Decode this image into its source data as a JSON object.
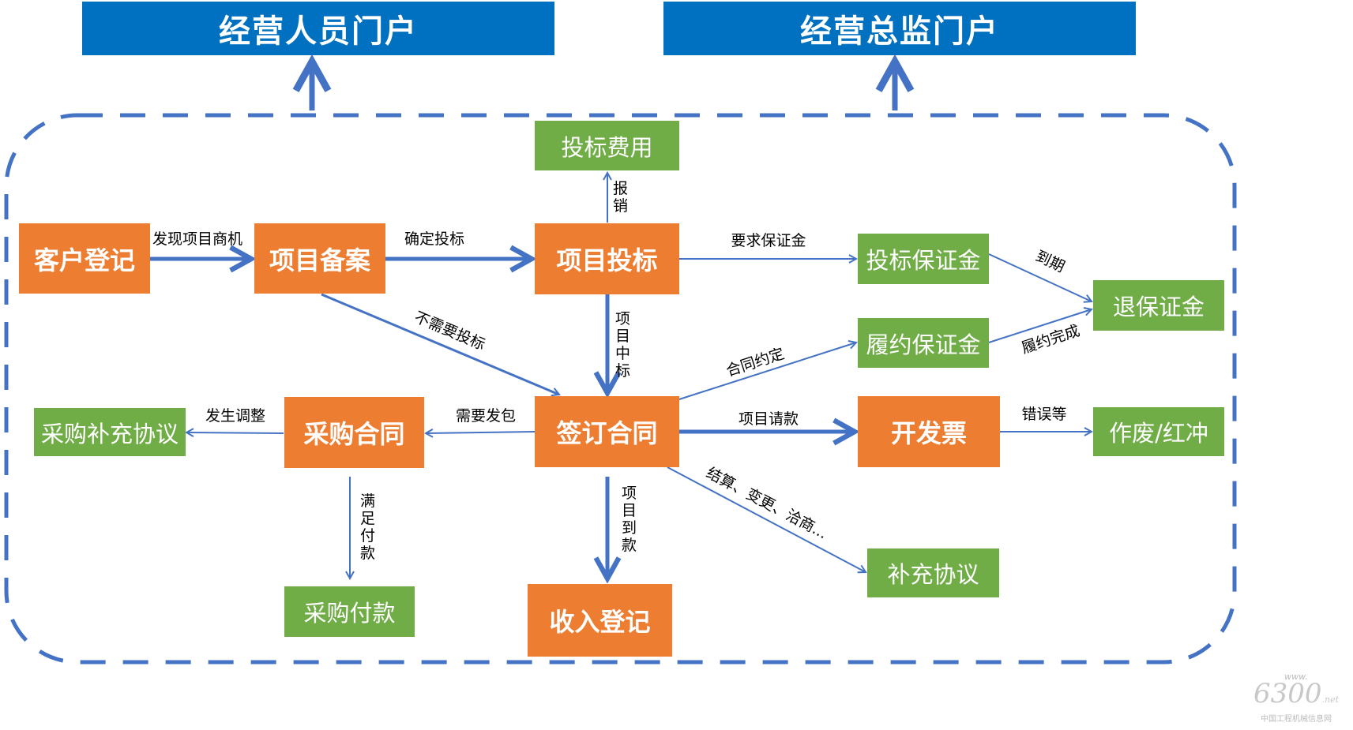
{
  "portals": {
    "left": "经营人员门户",
    "right": "经营总监门户"
  },
  "nodes": {
    "customer_registration": "客户登记",
    "project_filing": "项目备案",
    "project_bidding": "项目投标",
    "bid_cost": "投标费用",
    "bid_bond": "投标保证金",
    "refund_bond": "退保证金",
    "performance_bond": "履约保证金",
    "sign_contract": "签订合同",
    "invoice": "开发票",
    "void_red": "作废/红冲",
    "purchase_contract": "采购合同",
    "purchase_supplement": "采购补充协议",
    "purchase_payment": "采购付款",
    "income_registration": "收入登记",
    "supplement_agreement": "补充协议"
  },
  "edge_labels": {
    "discover_opportunity": "发现项目商机",
    "confirm_bid": "确定投标",
    "reimburse": "报销",
    "require_bond": "要求保证金",
    "expire": "到期",
    "performance_done": "履约完成",
    "contract_agreed": "合同约定",
    "no_bid_needed": "不需要投标",
    "project_won": "项目中标",
    "project_payment_request": "项目请款",
    "errors_etc": "错误等",
    "need_subcontract": "需要发包",
    "adjustment": "发生调整",
    "meet_payment": "满足付款",
    "payment_received": "项目到款",
    "settlement": "结算、变更、洽商..."
  },
  "watermark": {
    "url": "www.",
    "number": "6300",
    "suffix": ".net",
    "site": "中国工程机械信息网"
  },
  "colors": {
    "portal": "#0070c0",
    "orange": "#ed7d31",
    "green": "#70ad47",
    "arrow": "#4472c4"
  }
}
